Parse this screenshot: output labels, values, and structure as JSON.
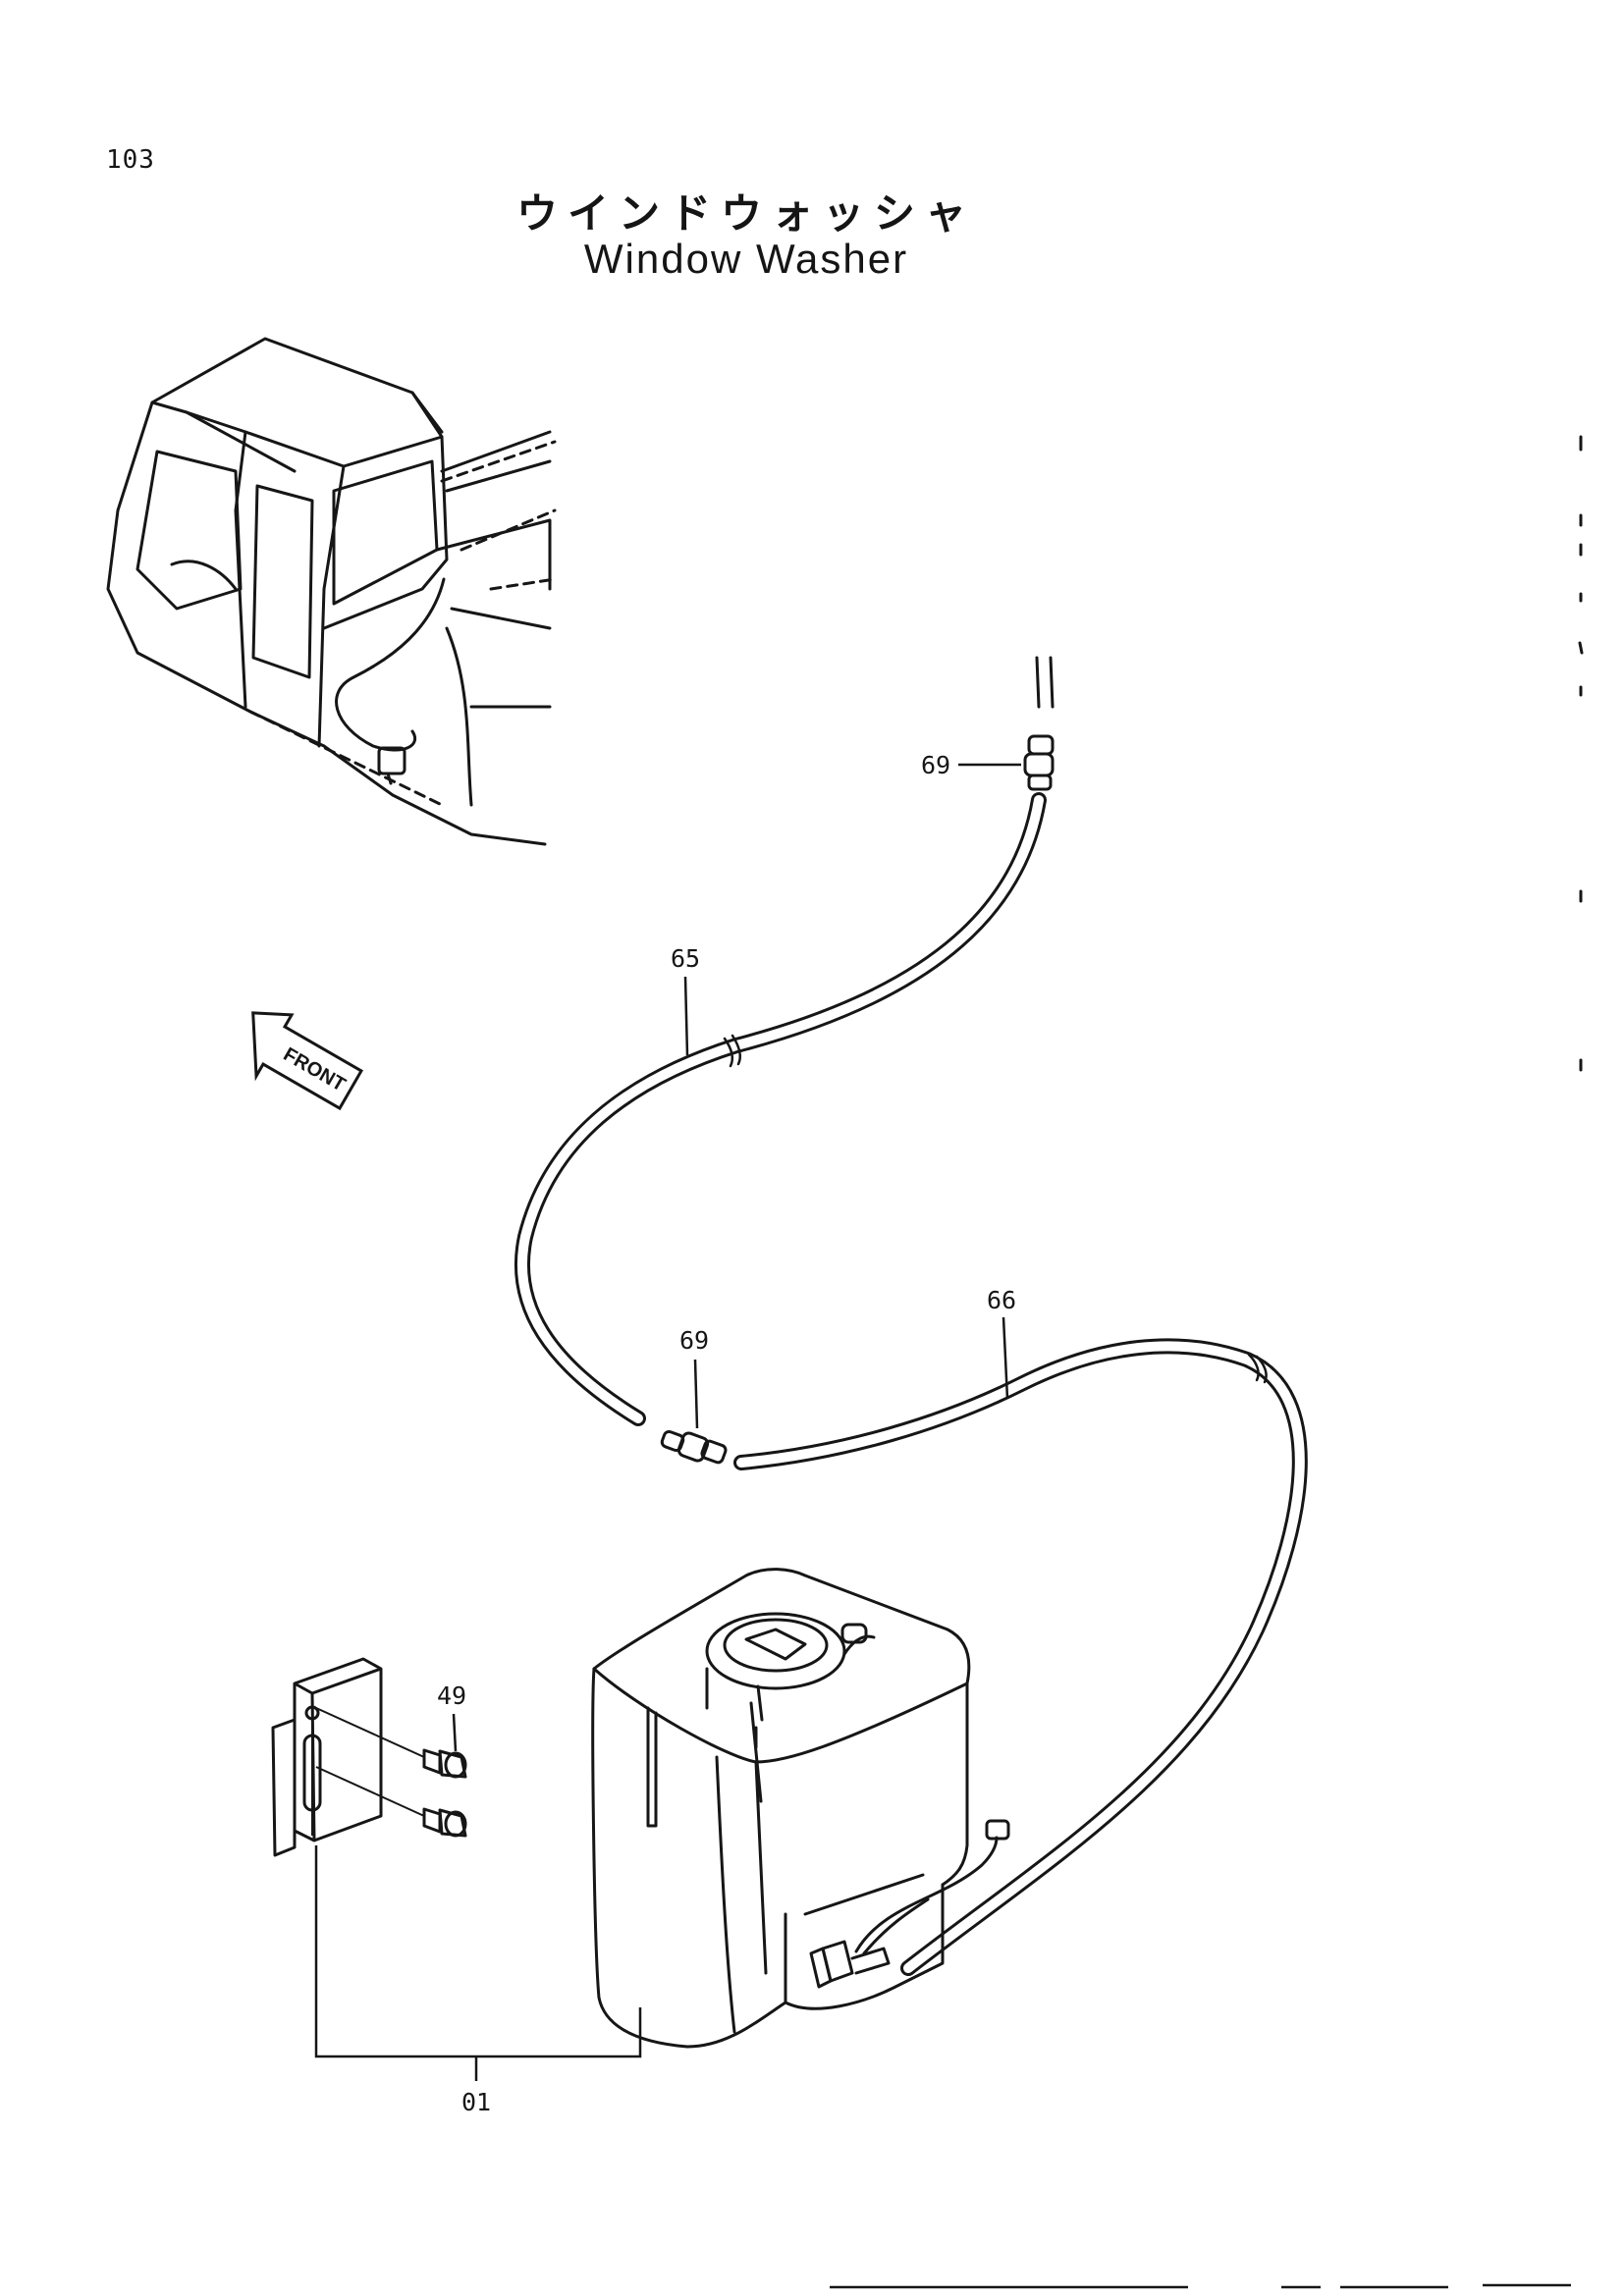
{
  "page": {
    "number": "103",
    "title_jp": "ウインドウォッシャ",
    "title_en": "Window Washer"
  },
  "direction_label": "FRONT",
  "callouts": [
    {
      "id": "nozzle-joint-upper",
      "label": "69"
    },
    {
      "id": "hose-upper",
      "label": "65"
    },
    {
      "id": "nozzle-joint-lower",
      "label": "69"
    },
    {
      "id": "hose-lower",
      "label": "66"
    },
    {
      "id": "bolts",
      "label": "49"
    },
    {
      "id": "tank-assembly",
      "label": "01"
    }
  ],
  "colors": {
    "ink": "#161616",
    "paper": "#ffffff"
  }
}
